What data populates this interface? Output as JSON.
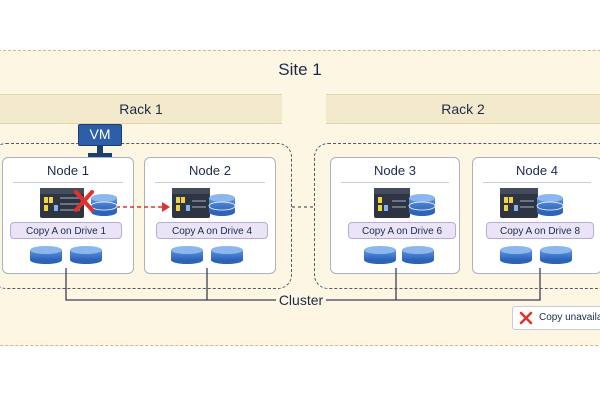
{
  "site": {
    "title": "Site 1"
  },
  "racks": [
    {
      "label": "Rack 1"
    },
    {
      "label": "Rack 2"
    }
  ],
  "vm": {
    "label": "VM"
  },
  "nodes": [
    {
      "title": "Node 1",
      "copy_label": "Copy A on Drive 1",
      "failed": true
    },
    {
      "title": "Node 2",
      "copy_label": "Copy A on Drive 4",
      "failed": false
    },
    {
      "title": "Node 3",
      "copy_label": "Copy A on Drive 6",
      "failed": false
    },
    {
      "title": "Node 4",
      "copy_label": "Copy A on Drive 8",
      "failed": false
    }
  ],
  "cluster": {
    "label": "Cluster"
  },
  "legend": {
    "label": "Copy unavailable"
  },
  "colors": {
    "site_bg": "#fdf6e3",
    "drive_blue": "#3a78d4",
    "server_dark": "#2e3442",
    "failure_red": "#e0322b",
    "copy_label_bg": "#ebe4f7"
  }
}
